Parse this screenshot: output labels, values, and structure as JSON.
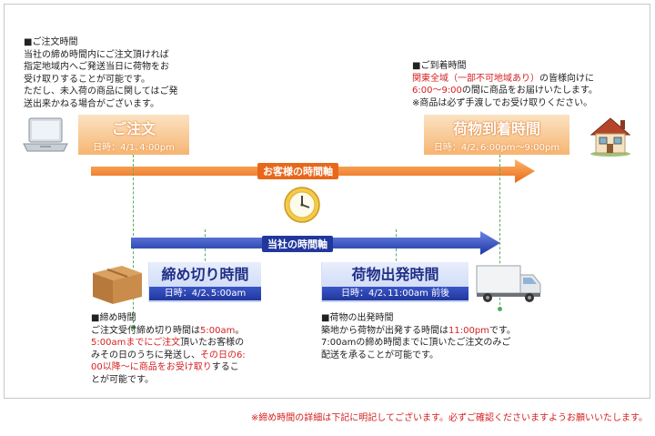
{
  "order_note": {
    "lines": [
      "■ご注文時間",
      "当社の締め時間内にご注文頂ければ",
      "指定地域内へご発送当日に荷物をお",
      "受け取りすることが可能です。",
      "ただし、未入荷の商品に関してはご発",
      "送出来かねる場合がございます。"
    ]
  },
  "arrival_note": {
    "heading": "■ご到着時間",
    "line1_red": "関東全域（一部不可地域あり）",
    "line1_black": "の皆様向けに",
    "line2_red": "6:00〜9:00",
    "line2_black": "の間に商品をお届けいたします。",
    "line3": "※商品は必ず手渡しでお受け取りください。"
  },
  "order_box": {
    "title": "ご注文",
    "time": "日時：4/1､4:00pm"
  },
  "arrival_box": {
    "title": "荷物到着時間",
    "time": "日時：4/2､6:00pm〜9:00pm"
  },
  "customer_axis": {
    "label": "お客様の時間軸",
    "color": "#f07a1e"
  },
  "company_axis": {
    "label": "当社の時間軸",
    "color": "#2a47b8"
  },
  "cutoff_box": {
    "title": "締め切り時間",
    "time": "日時：4/2､5:00am"
  },
  "dispatch_box": {
    "title": "荷物出発時間",
    "time": "日時：4/2､11:00am 前後"
  },
  "cutoff_note": {
    "heading": "■締め時間",
    "line1_black": "ご注文受付締め切り時間は",
    "line1_red": "5:00am",
    "line1_end": "。",
    "line2_red": "5:00amまでにご注文",
    "line2_black": "頂いたお客様の",
    "line3_black": "みその日のうちに発送し、",
    "line3_red": "その日の6:",
    "line4_red": "00以降〜に商品をお受け取り",
    "line4_black": "するこ",
    "line5": "とが可能です。"
  },
  "dispatch_note": {
    "heading": "■荷物の出発時間",
    "line1_black": "築地から荷物が出発する時間は",
    "line1_red": "11:00pm",
    "line1_end": "です。",
    "line2": "7:00amの締め時間までに頂いたご注文のみご",
    "line3": "配送を承ることが可能です。"
  },
  "footnote": "※締め時間の詳細は下記に明記してございます。必ずご確認くださいますようお願いいたします。",
  "icons": {
    "laptop": "laptop-icon",
    "house": "house-icon",
    "clock": "clock-icon",
    "box": "cardboard-box-icon",
    "truck": "truck-icon"
  }
}
